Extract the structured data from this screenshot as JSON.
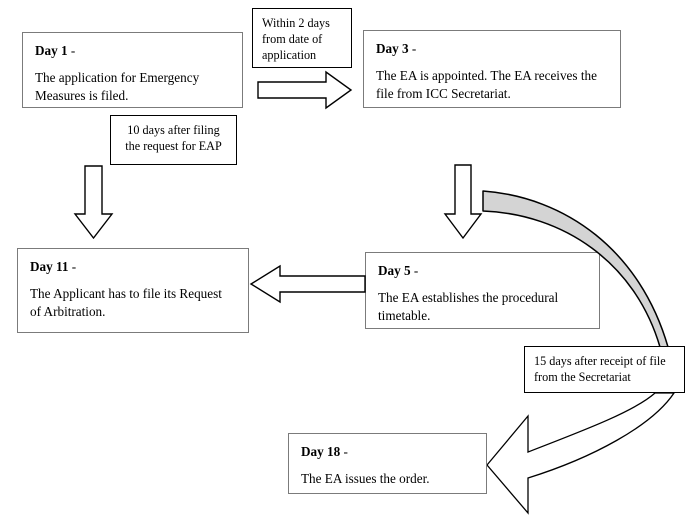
{
  "diagram": {
    "title": "ICC Emergency Arbitrator Timeline Flowchart",
    "colors": {
      "box_border": "#7b7b7b",
      "label_border": "#000000",
      "arrow_fill": "#ffffff",
      "curved_arrow_fill": "#d4d4d4",
      "background": "#ffffff",
      "text": "#000000"
    },
    "nodes": [
      {
        "id": "day1",
        "title": "Day 1",
        "dash": " -",
        "body": "The application for Emergency Measures is filed."
      },
      {
        "id": "day3",
        "title": "Day 3",
        "dash": " -",
        "body": "The EA is appointed. The EA receives the file from ICC Secretariat."
      },
      {
        "id": "day11",
        "title": "Day 11",
        "dash": " -",
        "body": "The Applicant has to file its Request of Arbitration."
      },
      {
        "id": "day5",
        "title": "Day 5",
        "dash": " -",
        "body": "The EA establishes the procedural timetable."
      },
      {
        "id": "day18",
        "title": "Day 18",
        "dash": " -",
        "body": "The EA issues the order."
      }
    ],
    "labels": [
      {
        "id": "within2days",
        "text": "Within 2 days from date of application"
      },
      {
        "id": "tendays",
        "text": "10 days after filing the request for EAP"
      },
      {
        "id": "fifteendays",
        "text": "15 days after receipt of file from the Secretariat"
      }
    ],
    "arrows": [
      {
        "id": "day1-to-day3",
        "direction": "right",
        "style": "block-outline"
      },
      {
        "id": "day1-to-day11",
        "direction": "down",
        "style": "block-outline"
      },
      {
        "id": "day3-to-day5",
        "direction": "down",
        "style": "block-outline"
      },
      {
        "id": "day5-to-day11",
        "direction": "left",
        "style": "block-outline"
      },
      {
        "id": "day3-to-day18-upper",
        "direction": "curve-down-right",
        "style": "curved-filled-grey"
      },
      {
        "id": "day18-inbound",
        "direction": "curve-left",
        "style": "curved-outline-white"
      }
    ]
  }
}
